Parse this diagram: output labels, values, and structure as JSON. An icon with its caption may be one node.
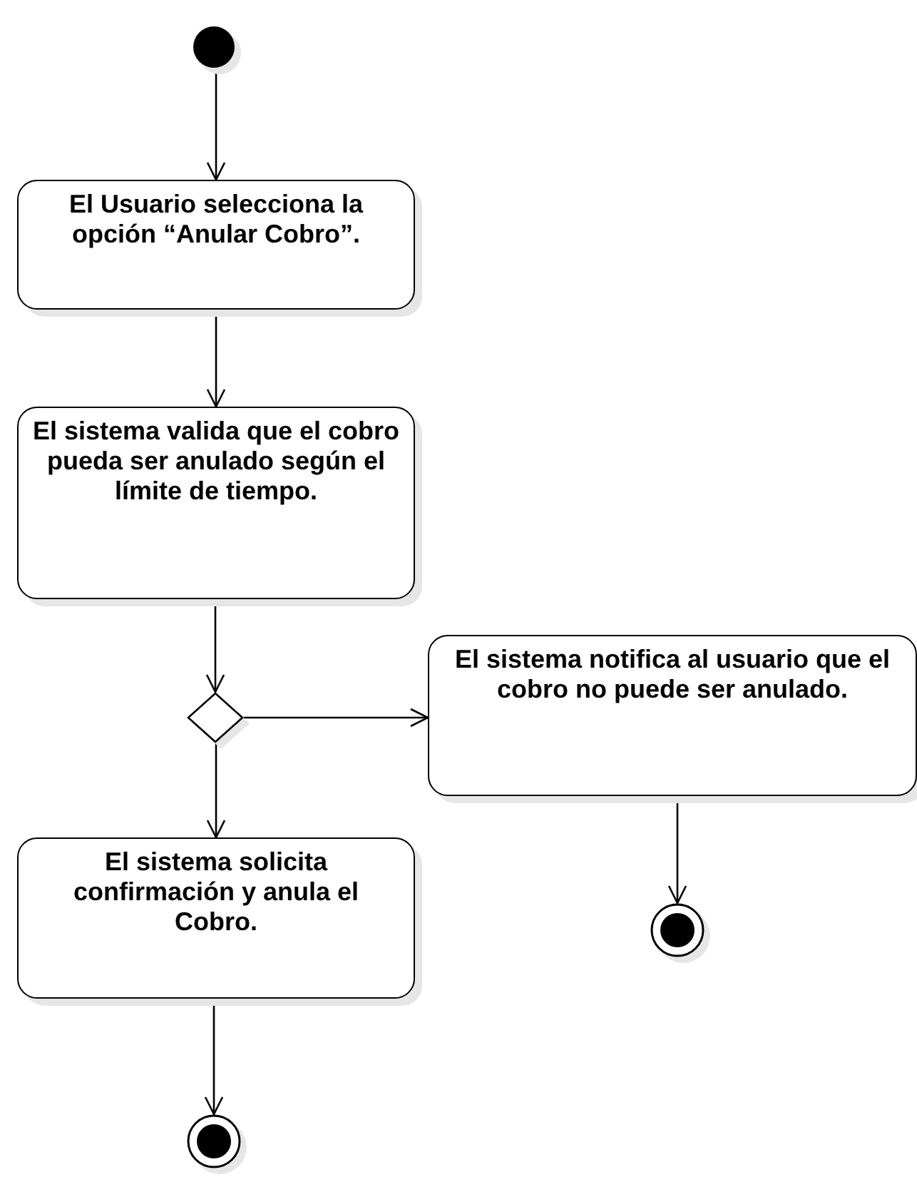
{
  "diagram": {
    "nodes": [
      {
        "text": [],
        "shape": "circle"
      },
      {
        "text": [
          "El Usuario selecciona la opción “Anular Cobro”."
        ]
      },
      {
        "text": [
          "El sistema valida que el cobro pueda ser anulado según el límite de tiempo."
        ]
      },
      {
        "text": [],
        "shape": "diamond"
      },
      {
        "text": [
          "El sistema notifica al usuario que el cobro no puede ser anulado."
        ]
      },
      {
        "text": [
          "El sistema solicita confirmación y anula el Cobro."
        ]
      },
      {
        "text": [],
        "shape": "circle"
      },
      {
        "text": [],
        "shape": "circle"
      }
    ],
    "edges": [
      {
        "from": 0,
        "to": 1,
        "arrow": "to"
      },
      {
        "from": 1,
        "to": 2,
        "arrow": "to"
      },
      {
        "from": 2,
        "to": 3,
        "arrow": "to"
      },
      {
        "from": 3,
        "to": 4,
        "arrow": "to"
      },
      {
        "from": 3,
        "to": 5,
        "arrow": "to"
      },
      {
        "from": 4,
        "to": 6,
        "arrow": "to"
      },
      {
        "from": 5,
        "to": 7,
        "arrow": "to"
      }
    ]
  }
}
